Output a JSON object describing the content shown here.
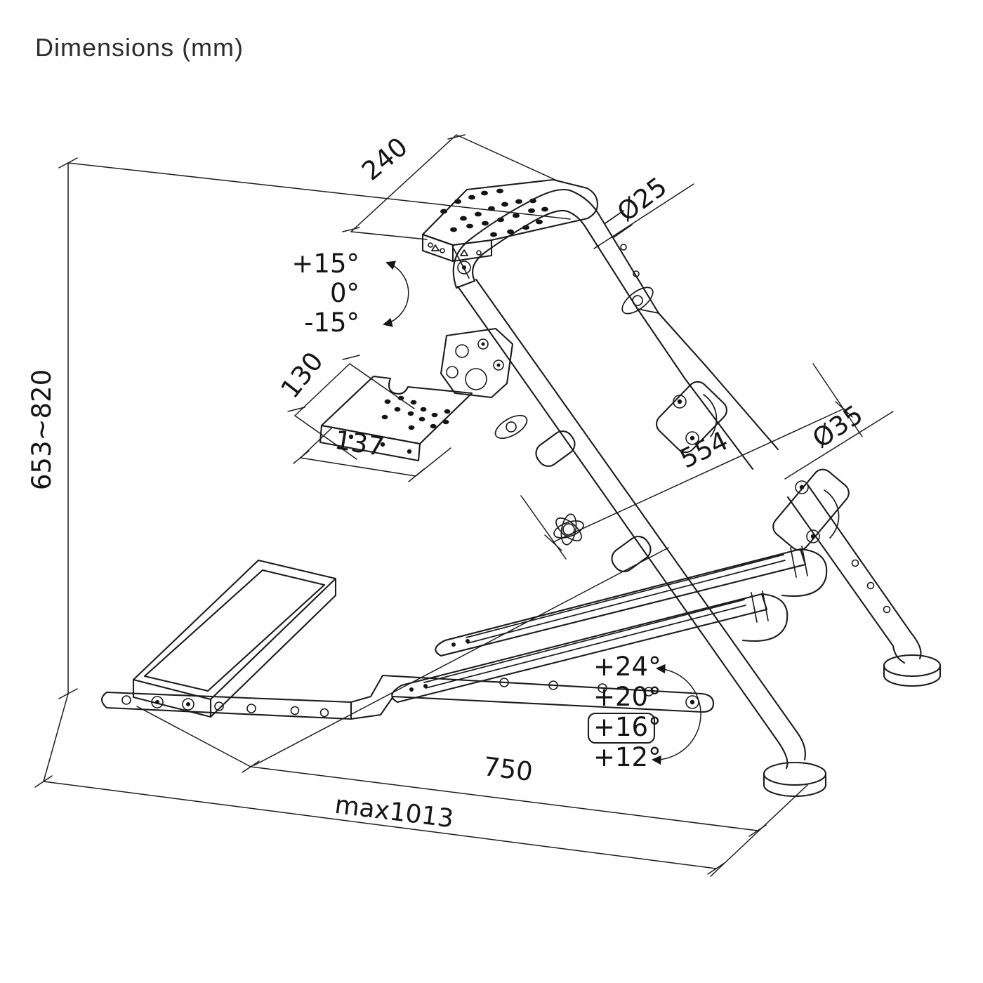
{
  "title": "Dimensions (mm)",
  "annotations": {
    "wheel_plate_depth_mm": "240",
    "wheel_tube_diameter": "Ø25",
    "wheel_tilt_angles": [
      "+15°",
      "0°",
      "-15°"
    ],
    "shifter_plate_width_mm": "130",
    "shifter_plate_depth_mm": "137",
    "height_range_mm": "653~820",
    "support_beam_length_mm": "554",
    "rear_tube_diameter": "Ø35",
    "frame_tilt_angles": [
      "+24°",
      "+20°",
      "+16°",
      "+12°"
    ],
    "base_depth_mm": "750",
    "max_depth_mm": "max1013"
  }
}
